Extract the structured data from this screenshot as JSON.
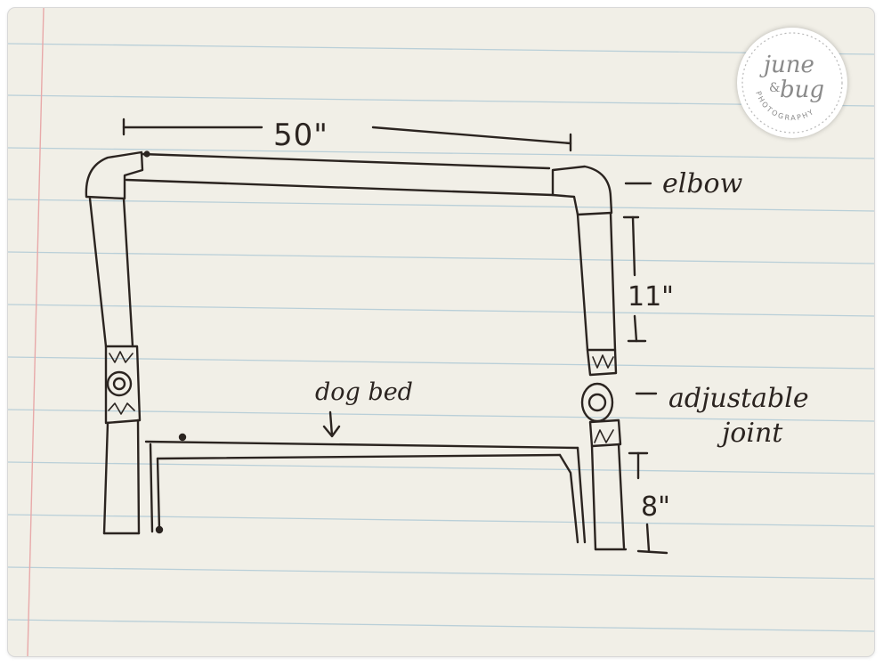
{
  "diagram": {
    "dimensions": {
      "top_width": "50\"",
      "upper_height": "11\"",
      "lower_height": "8\""
    },
    "labels": {
      "elbow": "elbow",
      "dog_bed": "dog bed",
      "adjustable_line1": "adjustable",
      "adjustable_line2": "joint"
    }
  },
  "watermark": {
    "line1": "june",
    "ampersand": "&",
    "line2": "bug",
    "ring_text": "PHOTOGRAPHY"
  },
  "colors": {
    "paper": "#f1efe7",
    "rule_line": "#b9cfd8",
    "margin_line": "#e8a9a9",
    "ink": "#2b2420"
  }
}
